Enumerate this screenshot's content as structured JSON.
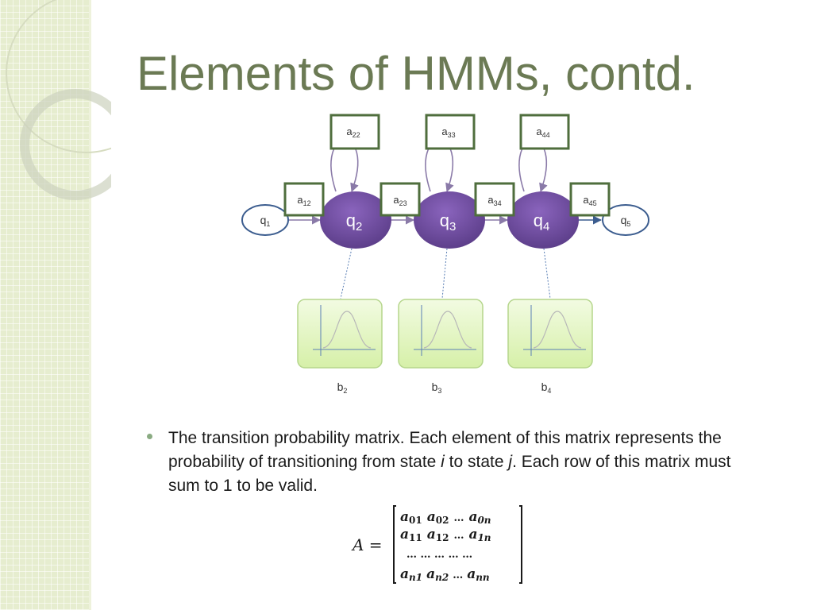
{
  "slide": {
    "title": "Elements of HMMs, contd.",
    "bullet": {
      "part1": "The transition probability matrix.  Each element of this matrix represents the probability of transitioning from state ",
      "state_i": "i",
      "part2": " to state ",
      "state_j": "j",
      "part3": ". Each row of this matrix must sum to 1 to be valid."
    }
  },
  "diagram": {
    "end_states": [
      {
        "name": "q",
        "sub": "1"
      },
      {
        "name": "q",
        "sub": "5"
      }
    ],
    "states": [
      {
        "name": "q",
        "sub": "2"
      },
      {
        "name": "q",
        "sub": "3"
      },
      {
        "name": "q",
        "sub": "4"
      }
    ],
    "self_loops": [
      {
        "name": "a",
        "sub": "22"
      },
      {
        "name": "a",
        "sub": "33"
      },
      {
        "name": "a",
        "sub": "44"
      }
    ],
    "transitions": [
      {
        "name": "a",
        "sub": "12"
      },
      {
        "name": "a",
        "sub": "23"
      },
      {
        "name": "a",
        "sub": "34"
      },
      {
        "name": "a",
        "sub": "45"
      }
    ],
    "emissions": [
      {
        "name": "b",
        "sub": "2"
      },
      {
        "name": "b",
        "sub": "3"
      },
      {
        "name": "b",
        "sub": "4"
      }
    ],
    "colors": {
      "state_fill": "#6b4a9a",
      "box_stroke": "#4f6e3d",
      "end_stroke": "#3c5d8f",
      "emission_fill": "#e4f6c4",
      "emission_stroke": "#b5d68c"
    }
  },
  "matrix": {
    "lhs": "A =",
    "rows": [
      [
        "a",
        "01",
        "a",
        "02",
        "…",
        "a",
        "0n"
      ],
      [
        "a",
        "11",
        "a",
        "12",
        "…",
        "a",
        "1n"
      ],
      [
        "… … … … …"
      ],
      [
        "a",
        "n1",
        "a",
        "n2",
        "…",
        "a",
        "nn"
      ]
    ]
  }
}
